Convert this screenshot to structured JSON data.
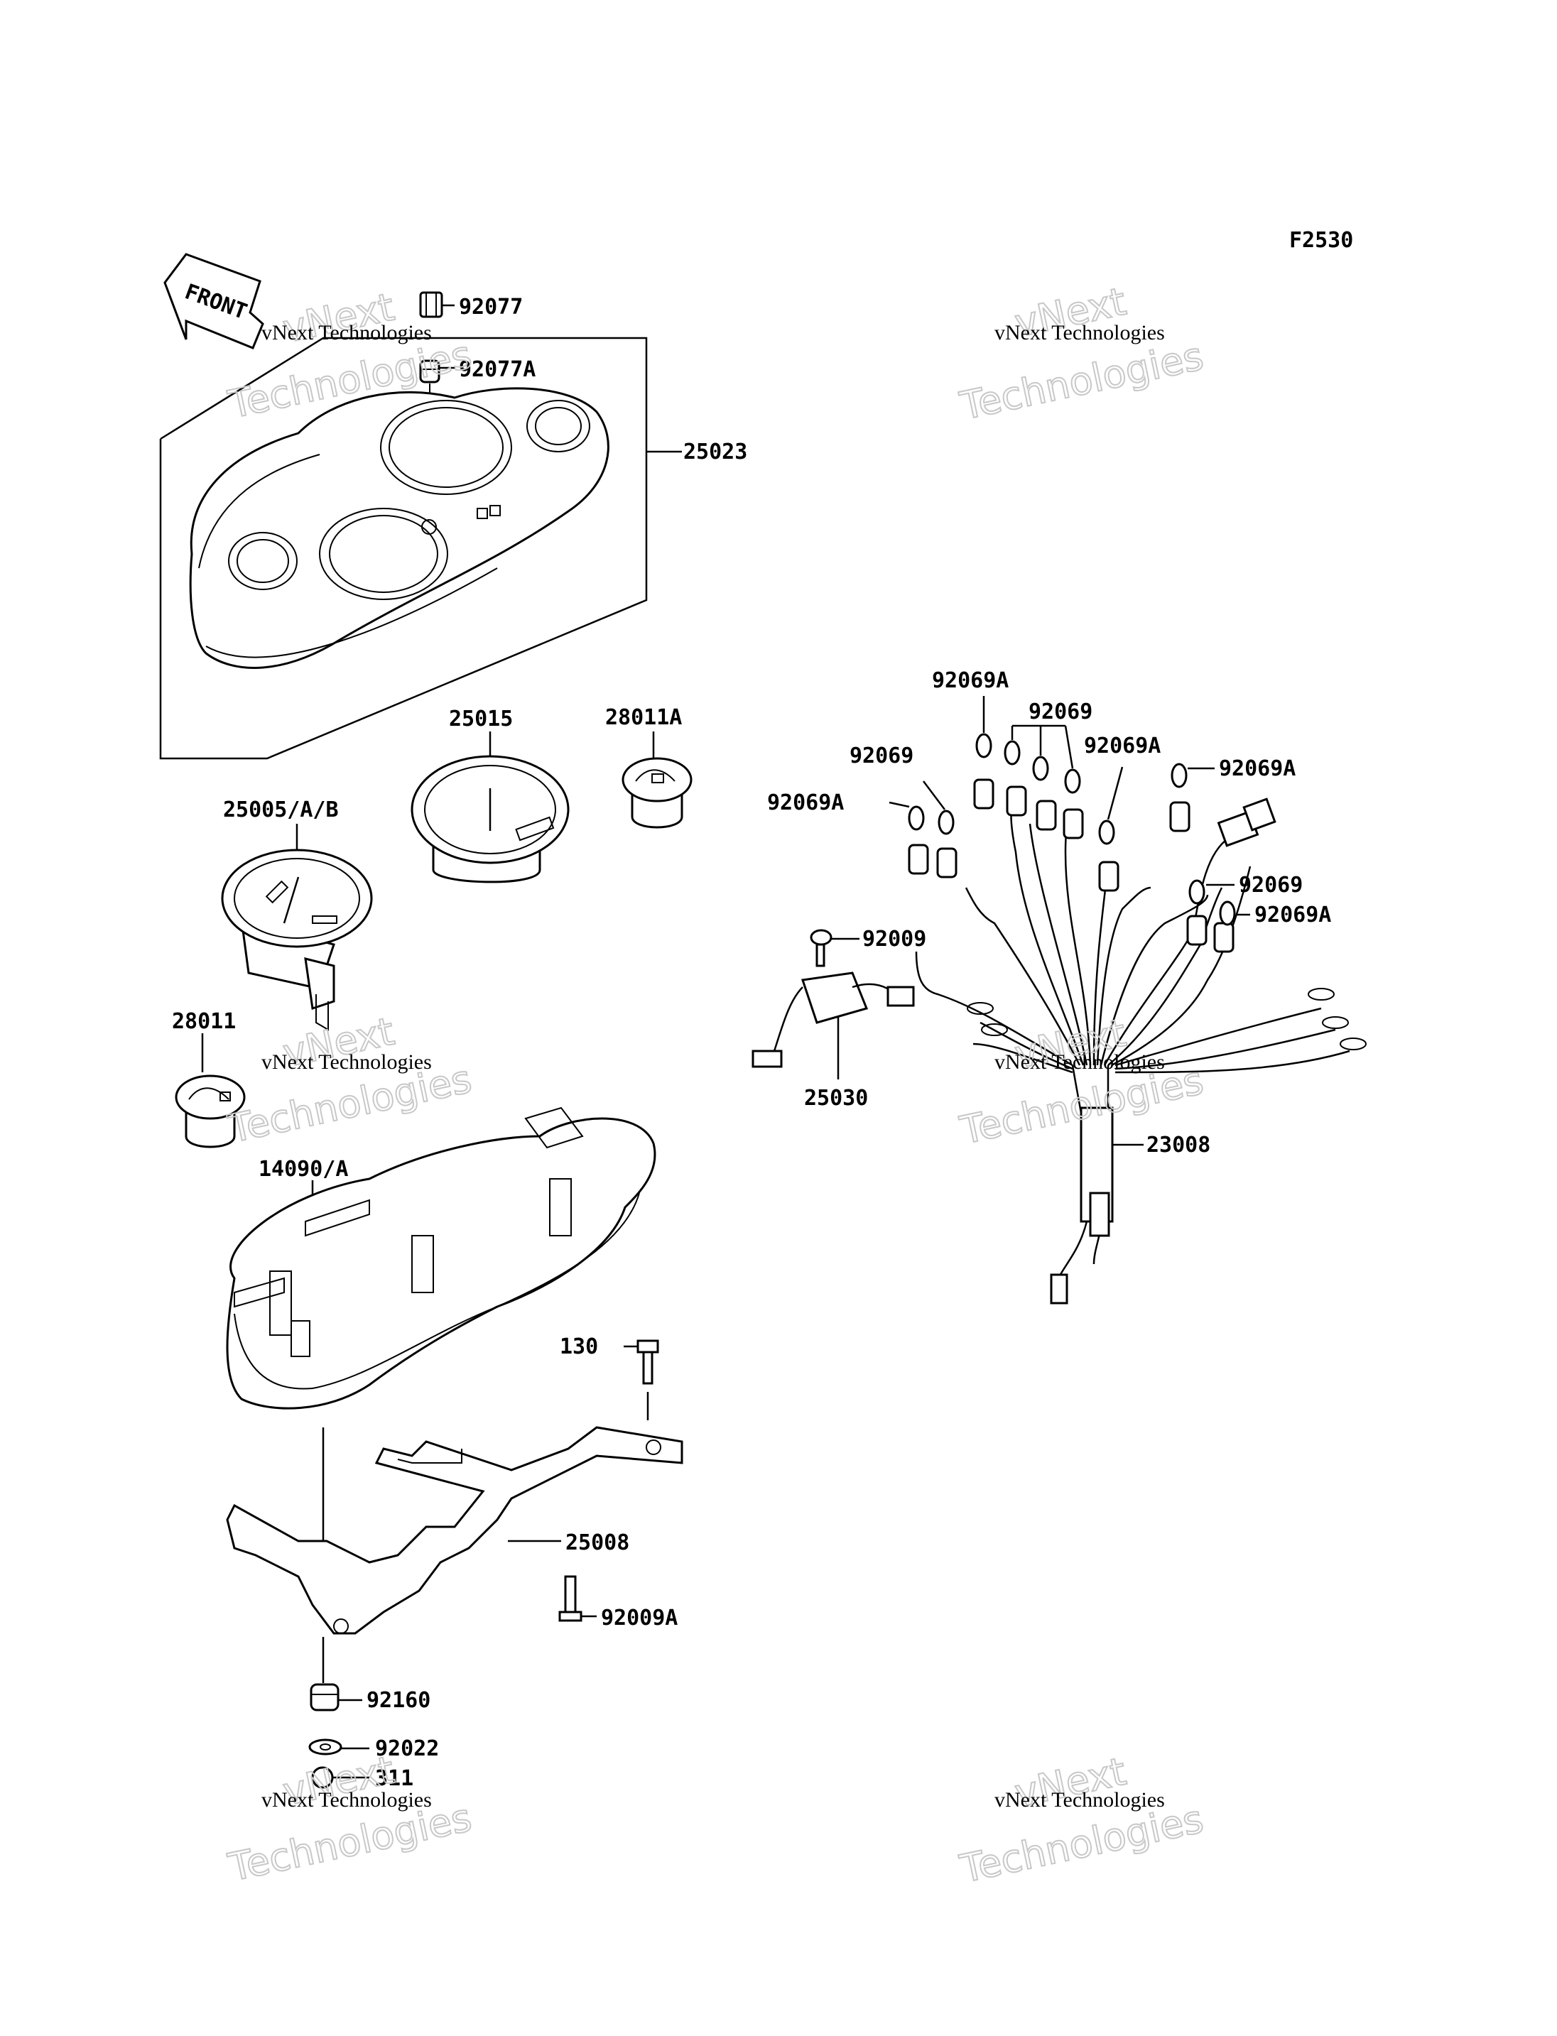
{
  "figure_code": "F2530",
  "front_arrow_label": "FRONT",
  "watermark": {
    "line1": "vNext Technologies",
    "line2": "vNext",
    "line3": "Technologies"
  },
  "part_labels": {
    "p92077": "92077",
    "p92077A": "92077A",
    "p25023": "25023",
    "p25015": "25015",
    "p28011A": "28011A",
    "p25005": "25005/A/B",
    "p28011": "28011",
    "p14090": "14090/A",
    "p130": "130",
    "p25008": "25008",
    "p92009A": "92009A",
    "p92160": "92160",
    "p92022": "92022",
    "p311": "311",
    "p92069A_top": "92069A",
    "p92069_top": "92069",
    "p92069_left": "92069",
    "p92069A_mid": "92069A",
    "p92069A_right": "92069A",
    "p92069A_left": "92069A",
    "p92069_right": "92069",
    "p92069A_lower": "92069A",
    "p92009": "92009",
    "p25030": "25030",
    "p23008": "23008"
  }
}
